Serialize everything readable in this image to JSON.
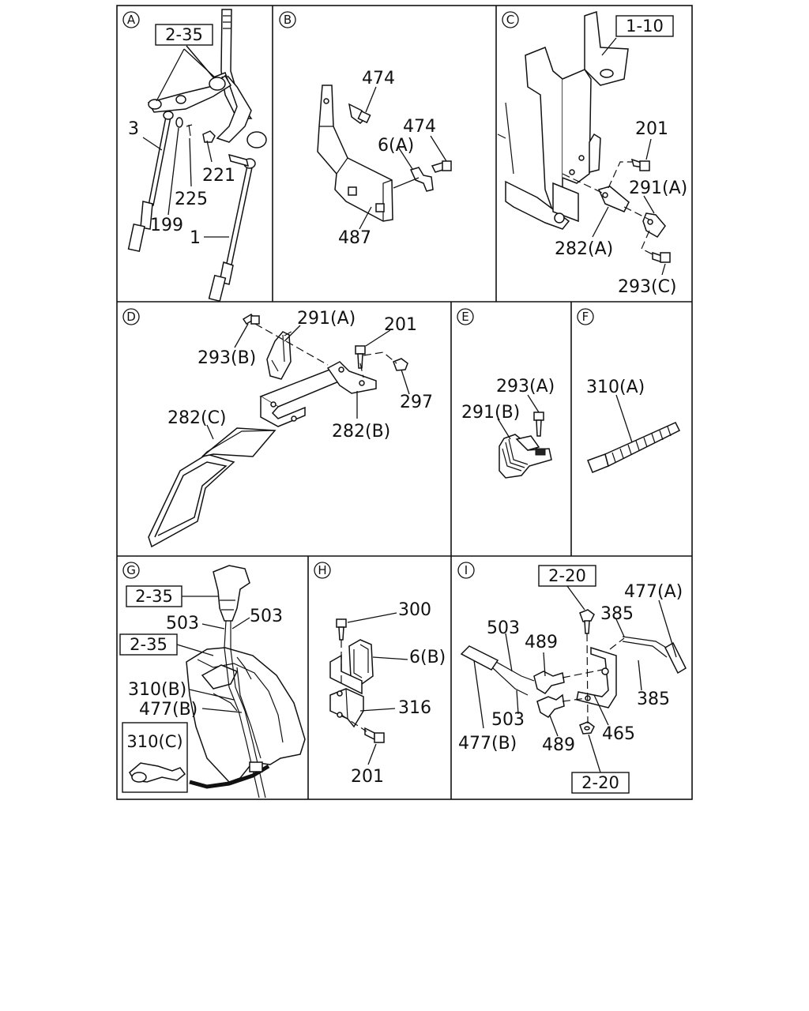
{
  "panels": {
    "A": {
      "letter": "A",
      "ref_box": "2-35",
      "labels": [
        "3",
        "199",
        "225",
        "221",
        "1"
      ]
    },
    "B": {
      "letter": "B",
      "labels": [
        "474",
        "474",
        "6(A)",
        "487"
      ]
    },
    "C": {
      "letter": "C",
      "ref_box": "1-10",
      "labels": [
        "201",
        "291(A)",
        "282(A)",
        "293(C)"
      ]
    },
    "D": {
      "letter": "D",
      "labels": [
        "291(A)",
        "201",
        "293(B)",
        "297",
        "282(C)",
        "282(B)"
      ]
    },
    "E": {
      "letter": "E",
      "labels": [
        "293(A)",
        "291(B)"
      ]
    },
    "F": {
      "letter": "F",
      "labels": [
        "310(A)"
      ]
    },
    "G": {
      "letter": "G",
      "ref_boxes": [
        "2-35",
        "2-35",
        "310(C)"
      ],
      "labels": [
        "503",
        "503",
        "310(B)",
        "477(B)"
      ]
    },
    "H": {
      "letter": "H",
      "labels": [
        "300",
        "6(B)",
        "316",
        "201"
      ]
    },
    "I": {
      "letter": "I",
      "ref_boxes": [
        "2-20",
        "2-20"
      ],
      "labels": [
        "477(A)",
        "385",
        "503",
        "489",
        "385",
        "503",
        "489",
        "465",
        "477(B)"
      ]
    }
  }
}
